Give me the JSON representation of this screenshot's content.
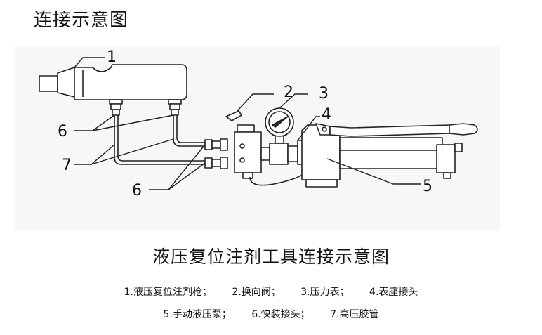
{
  "heading": "连接示意图",
  "diagram_title": "液压复位注剂工具连接示意图",
  "callouts": {
    "n1": "1",
    "n2": "2",
    "n3": "3",
    "n4": "4",
    "n5": "5",
    "n6_left": "6",
    "n6_bottom": "6",
    "n7": "7"
  },
  "legend": {
    "row1": [
      "1.液压复位注剂枪；",
      "2.换向阀；",
      "3.压力表；",
      "4.表座接头"
    ],
    "row2": [
      "5.手动液压泵；",
      "6.快装接头；",
      "7.高压胶管"
    ]
  }
}
